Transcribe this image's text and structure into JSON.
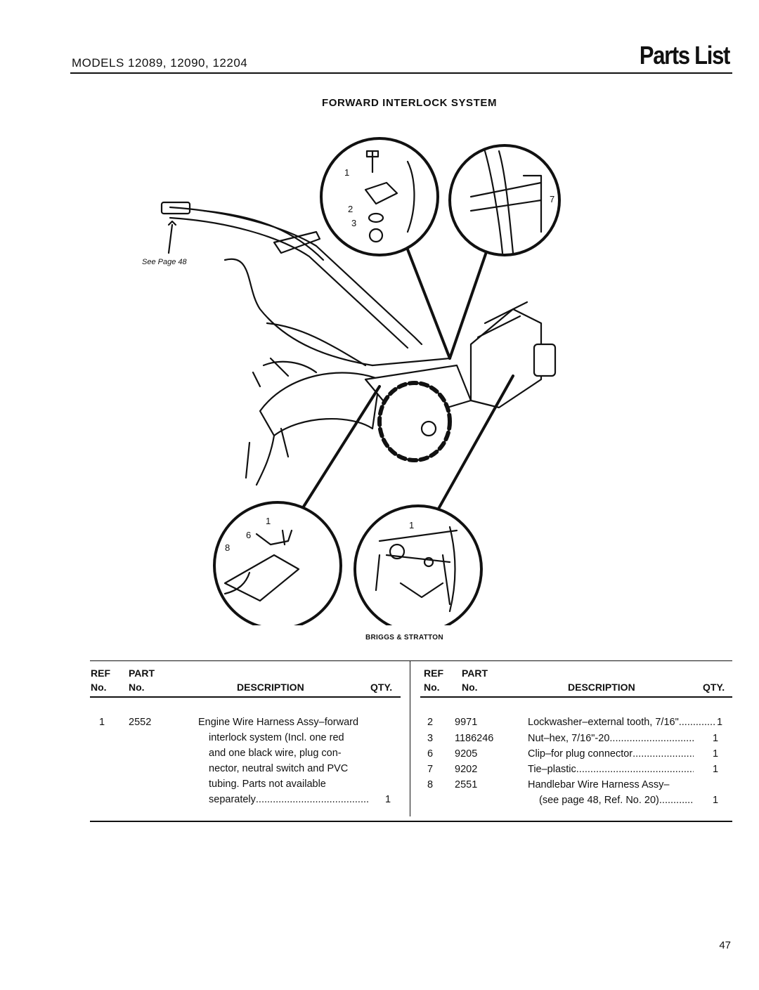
{
  "header": {
    "models": "MODELS  12089, 12090, 12204",
    "title": "Parts List"
  },
  "section_title": "FORWARD INTERLOCK SYSTEM",
  "diagram": {
    "see_page": "See Page 48",
    "callouts": [
      "1",
      "2",
      "3",
      "7",
      "1",
      "6",
      "8",
      "1"
    ],
    "credit": "BRIGGS & STRATTON"
  },
  "table": {
    "columns": {
      "ref_top": "REF",
      "ref_bottom": "No.",
      "part_top": "PART",
      "part_bottom": "No.",
      "description": "DESCRIPTION",
      "qty": "QTY."
    },
    "left_rows": [
      {
        "ref": "1",
        "part": "2552",
        "lines": [
          "Engine Wire Harness Assy–forward",
          "interlock system (Incl. one red",
          "and one black wire, plug con-",
          "nector, neutral switch and PVC",
          "tubing.  Parts not available",
          "separately"
        ],
        "qty": "1"
      }
    ],
    "right_rows": [
      {
        "ref": "2",
        "part": "9971",
        "lines": [
          "Lockwasher–external tooth, 7/16\""
        ],
        "qty": "1"
      },
      {
        "ref": "3",
        "part": "1186246",
        "lines": [
          "Nut–hex, 7/16\"-20"
        ],
        "qty": "1"
      },
      {
        "ref": "6",
        "part": "9205",
        "lines": [
          "Clip–for plug connector"
        ],
        "qty": "1"
      },
      {
        "ref": "7",
        "part": "9202",
        "lines": [
          "Tie–plastic"
        ],
        "qty": "1"
      },
      {
        "ref": "8",
        "part": "2551",
        "lines": [
          "Handlebar Wire Harness Assy–",
          "(see page 48, Ref. No. 20)"
        ],
        "qty": "1"
      }
    ]
  },
  "page_number": "47"
}
